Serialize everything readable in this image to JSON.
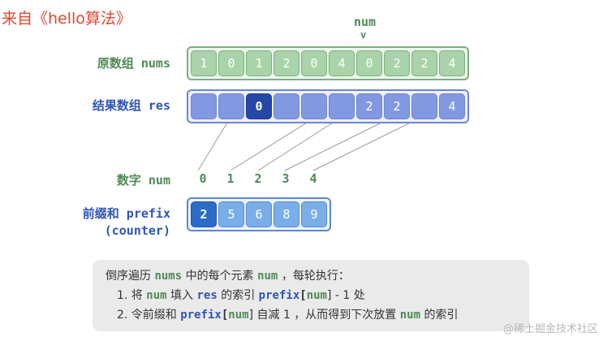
{
  "source": "来自《hello算法》",
  "pointer": {
    "label": "num",
    "arrow": "v"
  },
  "labels": {
    "original": "原数组 nums",
    "result": "结果数组 res",
    "digits": "数字 num",
    "prefix_line1": "前缀和 prefix",
    "prefix_line2": "(counter)"
  },
  "original_array": [
    "1",
    "0",
    "1",
    "2",
    "0",
    "4",
    "0",
    "2",
    "2",
    "4"
  ],
  "result_array": [
    "",
    "",
    "0",
    "",
    "",
    "",
    "2",
    "2",
    "",
    "4"
  ],
  "result_highlight_index": 2,
  "digits": [
    "0",
    "1",
    "2",
    "3",
    "4"
  ],
  "prefix_array": [
    "2",
    "5",
    "6",
    "8",
    "9"
  ],
  "prefix_highlight_index": 0,
  "note": {
    "l1": [
      "倒序遍历 ",
      "nums",
      " 中的每个元素 ",
      "num",
      " ，每轮执行："
    ],
    "l2": [
      "1. 将 ",
      "num",
      " 填入 ",
      "res",
      " 的索引 ",
      "prefix",
      "[",
      "num",
      "] - 1 处"
    ],
    "l3": [
      "2. 令前缀和 ",
      "prefix",
      "[",
      "num",
      "] 自减 1 ，从而得到下次放置 ",
      "num",
      " 的索引"
    ]
  },
  "watermark": "@稀土掘金技术社区"
}
